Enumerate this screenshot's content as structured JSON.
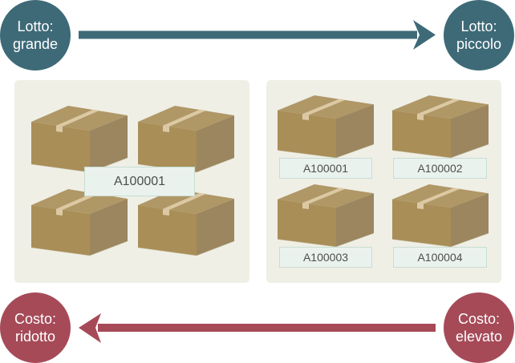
{
  "colors": {
    "lot_size": "#3e6a78",
    "cost": "#a64a58",
    "panel_bg": "#efefe6",
    "box_top": "#b09766",
    "box_front": "#a98e58",
    "box_side": "#9b865f",
    "box_tape": "#dcc9a4",
    "label_bg": "#eaf2ee",
    "label_border": "#c9ddd0"
  },
  "top_row": {
    "left_circle": {
      "line1": "Lotto:",
      "line2": "grande"
    },
    "right_circle": {
      "line1": "Lotto:",
      "line2": "piccolo"
    },
    "arrow_direction": "right"
  },
  "bottom_row": {
    "left_circle": {
      "line1": "Costo:",
      "line2": "ridotto"
    },
    "right_circle": {
      "line1": "Costo:",
      "line2": "elevato"
    },
    "arrow_direction": "left"
  },
  "panels": {
    "large_lot": {
      "box_count": 4,
      "shared_label": "A100001"
    },
    "small_lot": {
      "box_count": 4,
      "labels": [
        "A100001",
        "A100002",
        "A100003",
        "A100004"
      ]
    }
  }
}
